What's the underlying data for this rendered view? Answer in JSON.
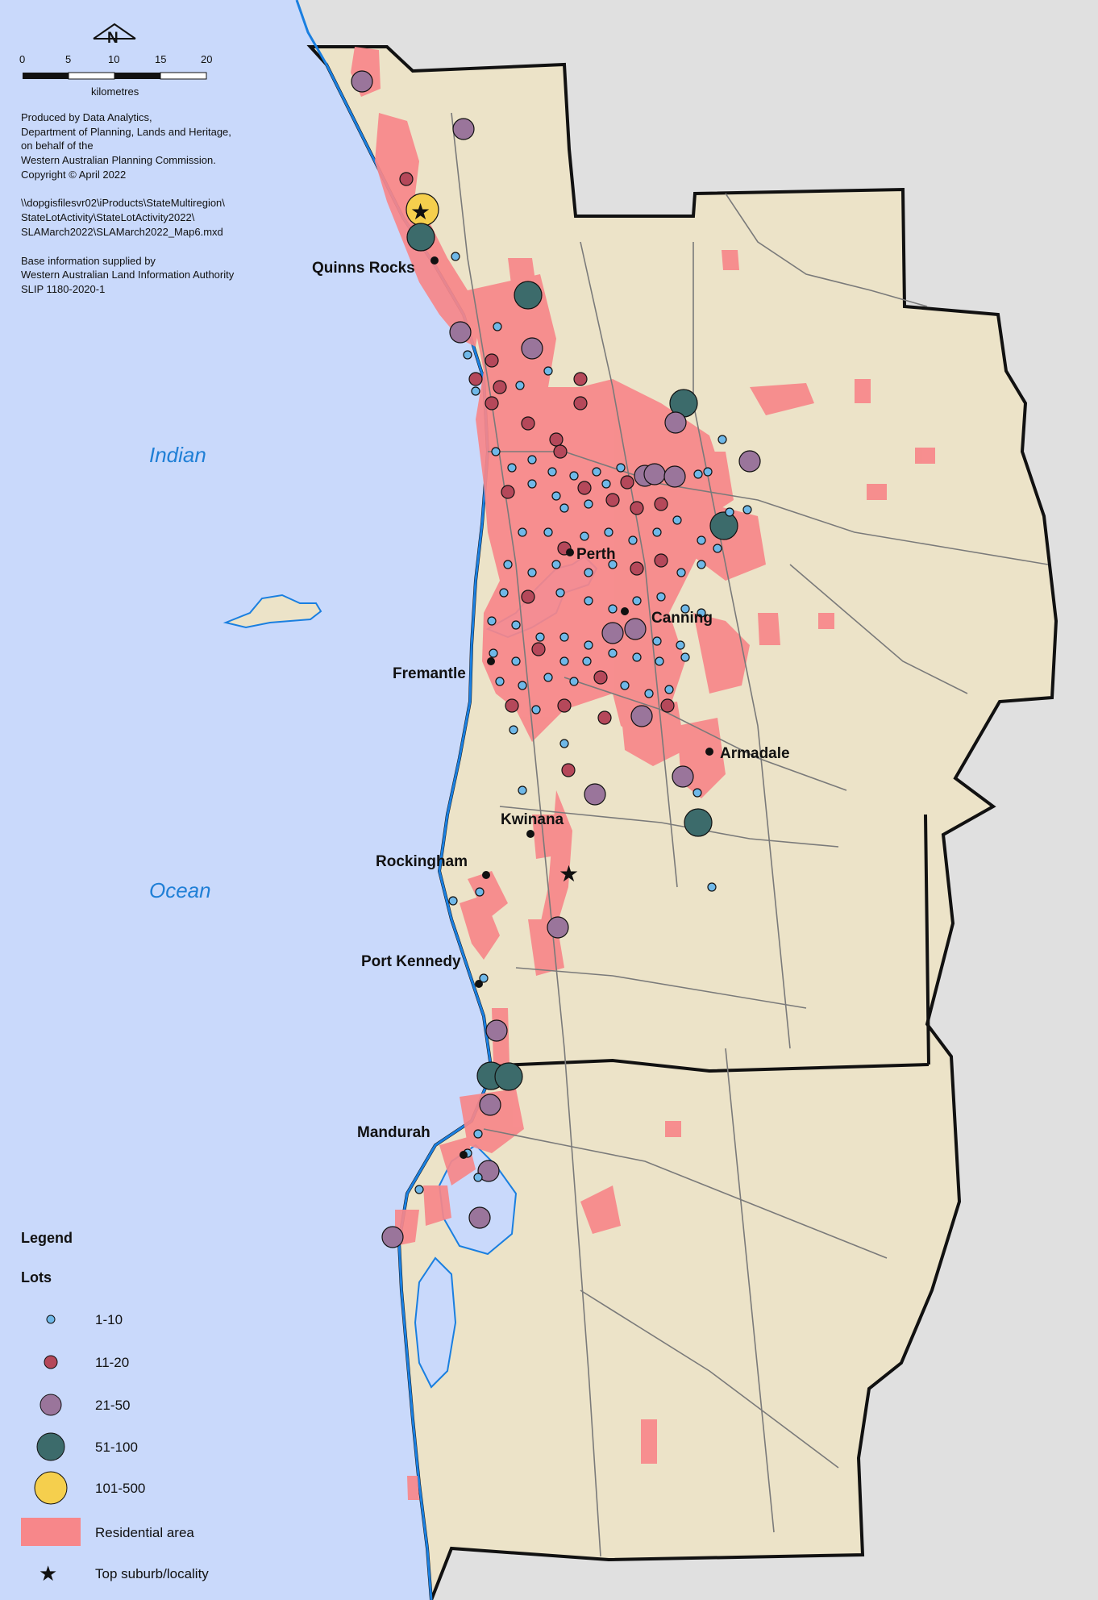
{
  "north_label": "N",
  "scale": {
    "ticks": [
      "0",
      "5",
      "10",
      "15",
      "20"
    ],
    "unit": "kilometres"
  },
  "credits": [
    "Produced by Data Analytics,",
    "Department of Planning, Lands and Heritage,",
    "on behalf of the",
    "Western Australian Planning Commission.",
    "Copyright © April 2022",
    "",
    "\\\\dopgisfilesvr02\\iProducts\\StateMultiregion\\",
    "StateLotActivity\\StateLotActivity2022\\",
    "SLAMarch2022\\SLAMarch2022_Map6.mxd",
    "",
    "Base information supplied by",
    "Western Australian Land Information Authority",
    "SLIP 1180-2020-1"
  ],
  "ocean_labels": {
    "top": "Indian",
    "bottom": "Ocean"
  },
  "places": [
    "Quinns Rocks",
    "Perth",
    "Canning",
    "Fremantle",
    "Armadale",
    "Kwinana",
    "Rockingham",
    "Port Kennedy",
    "Mandurah"
  ],
  "legend": {
    "title": "Legend",
    "subtitle": "Lots",
    "items": [
      "1-10",
      "11-20",
      "21-50",
      "51-100",
      "101-500",
      "Residential area",
      "Top suburb/locality"
    ]
  },
  "colors": {
    "ocean": "#c9d9fb",
    "land": "#ece3c8",
    "outside": "#e0e0e0",
    "residential": "#f7878a",
    "class_1_10": "#6fb8e8",
    "class_11_20": "#b5485a",
    "class_21_50": "#9a759b",
    "class_51_100": "#3c6b6b",
    "class_101_500": "#f5cf4d",
    "coast": "#1a7fe0",
    "boundary": "#111111"
  }
}
